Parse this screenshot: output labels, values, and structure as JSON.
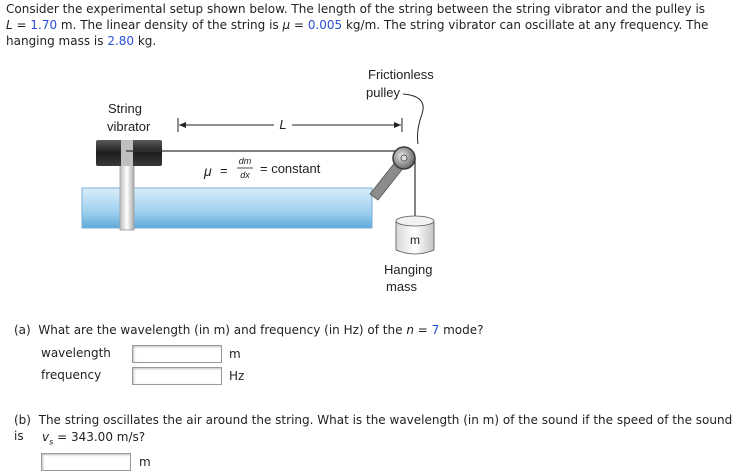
{
  "intro": {
    "t1": "Consider the experimental setup shown below. The length of the string between the string vibrator and the pulley is",
    "L_sym": "L",
    "t2": " = ",
    "L_val": "1.70",
    "t3": " m. The linear density of the string is ",
    "mu_sym": "μ",
    "t4": " = ",
    "mu_val": "0.005",
    "t5": " kg/m. The string vibrator can oscillate at any frequency. The",
    "t6": "hanging mass is ",
    "m_val": "2.80",
    "t7": " kg."
  },
  "figure": {
    "pulley_label_1": "Frictionless",
    "pulley_label_2": "pulley",
    "vibrator_label_1": "String",
    "vibrator_label_2": "vibrator",
    "length_label": "L",
    "mu_sym": "μ",
    "equals": "=",
    "dm": "dm",
    "dx": "dx",
    "constant": "= constant",
    "mass_letter": "m",
    "hanging_label_1": "Hanging",
    "hanging_label_2": "mass"
  },
  "part_a": {
    "tag": "(a)",
    "q1": "What are the wavelength (in m) and frequency (in Hz) of the ",
    "n_sym": "n",
    "q2": " = ",
    "n_val": "7",
    "q3": " mode?",
    "wavelength_label": "wavelength",
    "wavelength_value": "",
    "wavelength_unit": "m",
    "frequency_label": "frequency",
    "frequency_value": "",
    "frequency_unit": "Hz"
  },
  "part_b": {
    "tag": "(b)",
    "q1": "The string oscillates the air around the string. What is the wavelength (in m) of the sound if the speed of the sound is",
    "v_sym": "v",
    "v_sub": "s",
    "q2": " = 343.00 m/s?",
    "answer_value": "",
    "answer_unit": "m"
  },
  "colors": {
    "value_blue": "#2a4fd6",
    "water_light": "#cfe9f8",
    "water_dark": "#6fb6e3"
  }
}
